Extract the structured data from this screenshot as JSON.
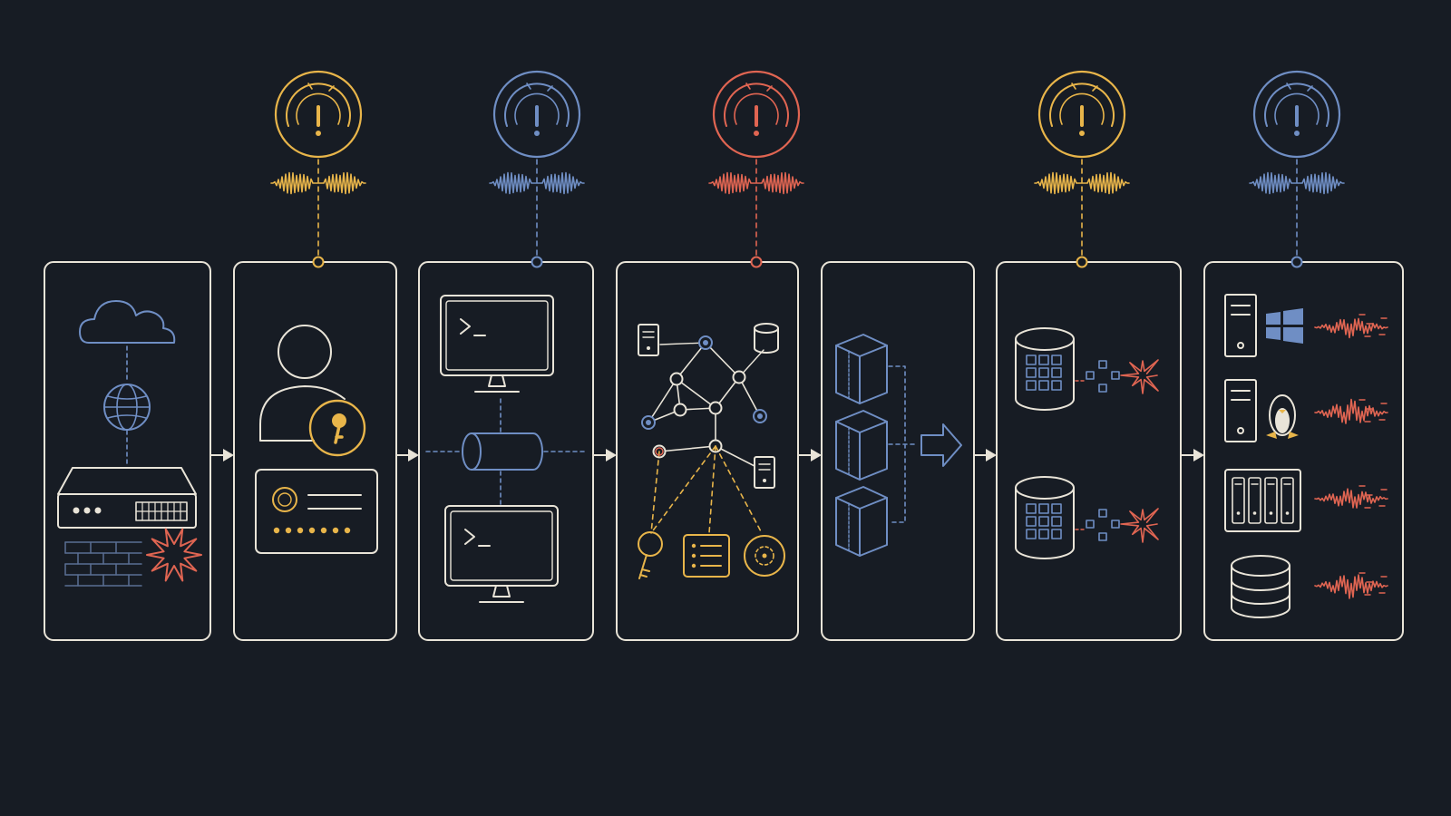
{
  "colors": {
    "background": "#171c24",
    "stroke": "#e9e4d8",
    "yellow": "#e8b54a",
    "blue": "#6f8ec4",
    "red": "#e06552"
  },
  "stages": [
    {
      "id": "network-perimeter",
      "alert": null,
      "icons": [
        "cloud-icon",
        "globe-icon",
        "network-switch-icon",
        "firewall-icon",
        "explosion-icon"
      ]
    },
    {
      "id": "identity",
      "alert": "yellow",
      "icons": [
        "user-icon",
        "key-badge-icon",
        "id-card-icon"
      ]
    },
    {
      "id": "terminals",
      "alert": "blue",
      "icons": [
        "terminal-monitor-icon",
        "pipe-icon",
        "terminal-monitor-icon"
      ]
    },
    {
      "id": "graph",
      "alert": "red",
      "icons": [
        "node-graph-icon",
        "key-icon",
        "list-icon",
        "target-icon"
      ]
    },
    {
      "id": "packages",
      "alert": null,
      "icons": [
        "box-icon",
        "box-icon",
        "box-icon",
        "export-arrow-icon"
      ]
    },
    {
      "id": "databases",
      "alert": "yellow",
      "icons": [
        "database-icon",
        "database-icon",
        "burst-icon"
      ]
    },
    {
      "id": "hosts",
      "alert": "blue",
      "icons": [
        "server-icon",
        "windows-icon",
        "linux-icon",
        "server-rack-icon",
        "database-icon",
        "anomaly-signal-icon"
      ]
    }
  ]
}
